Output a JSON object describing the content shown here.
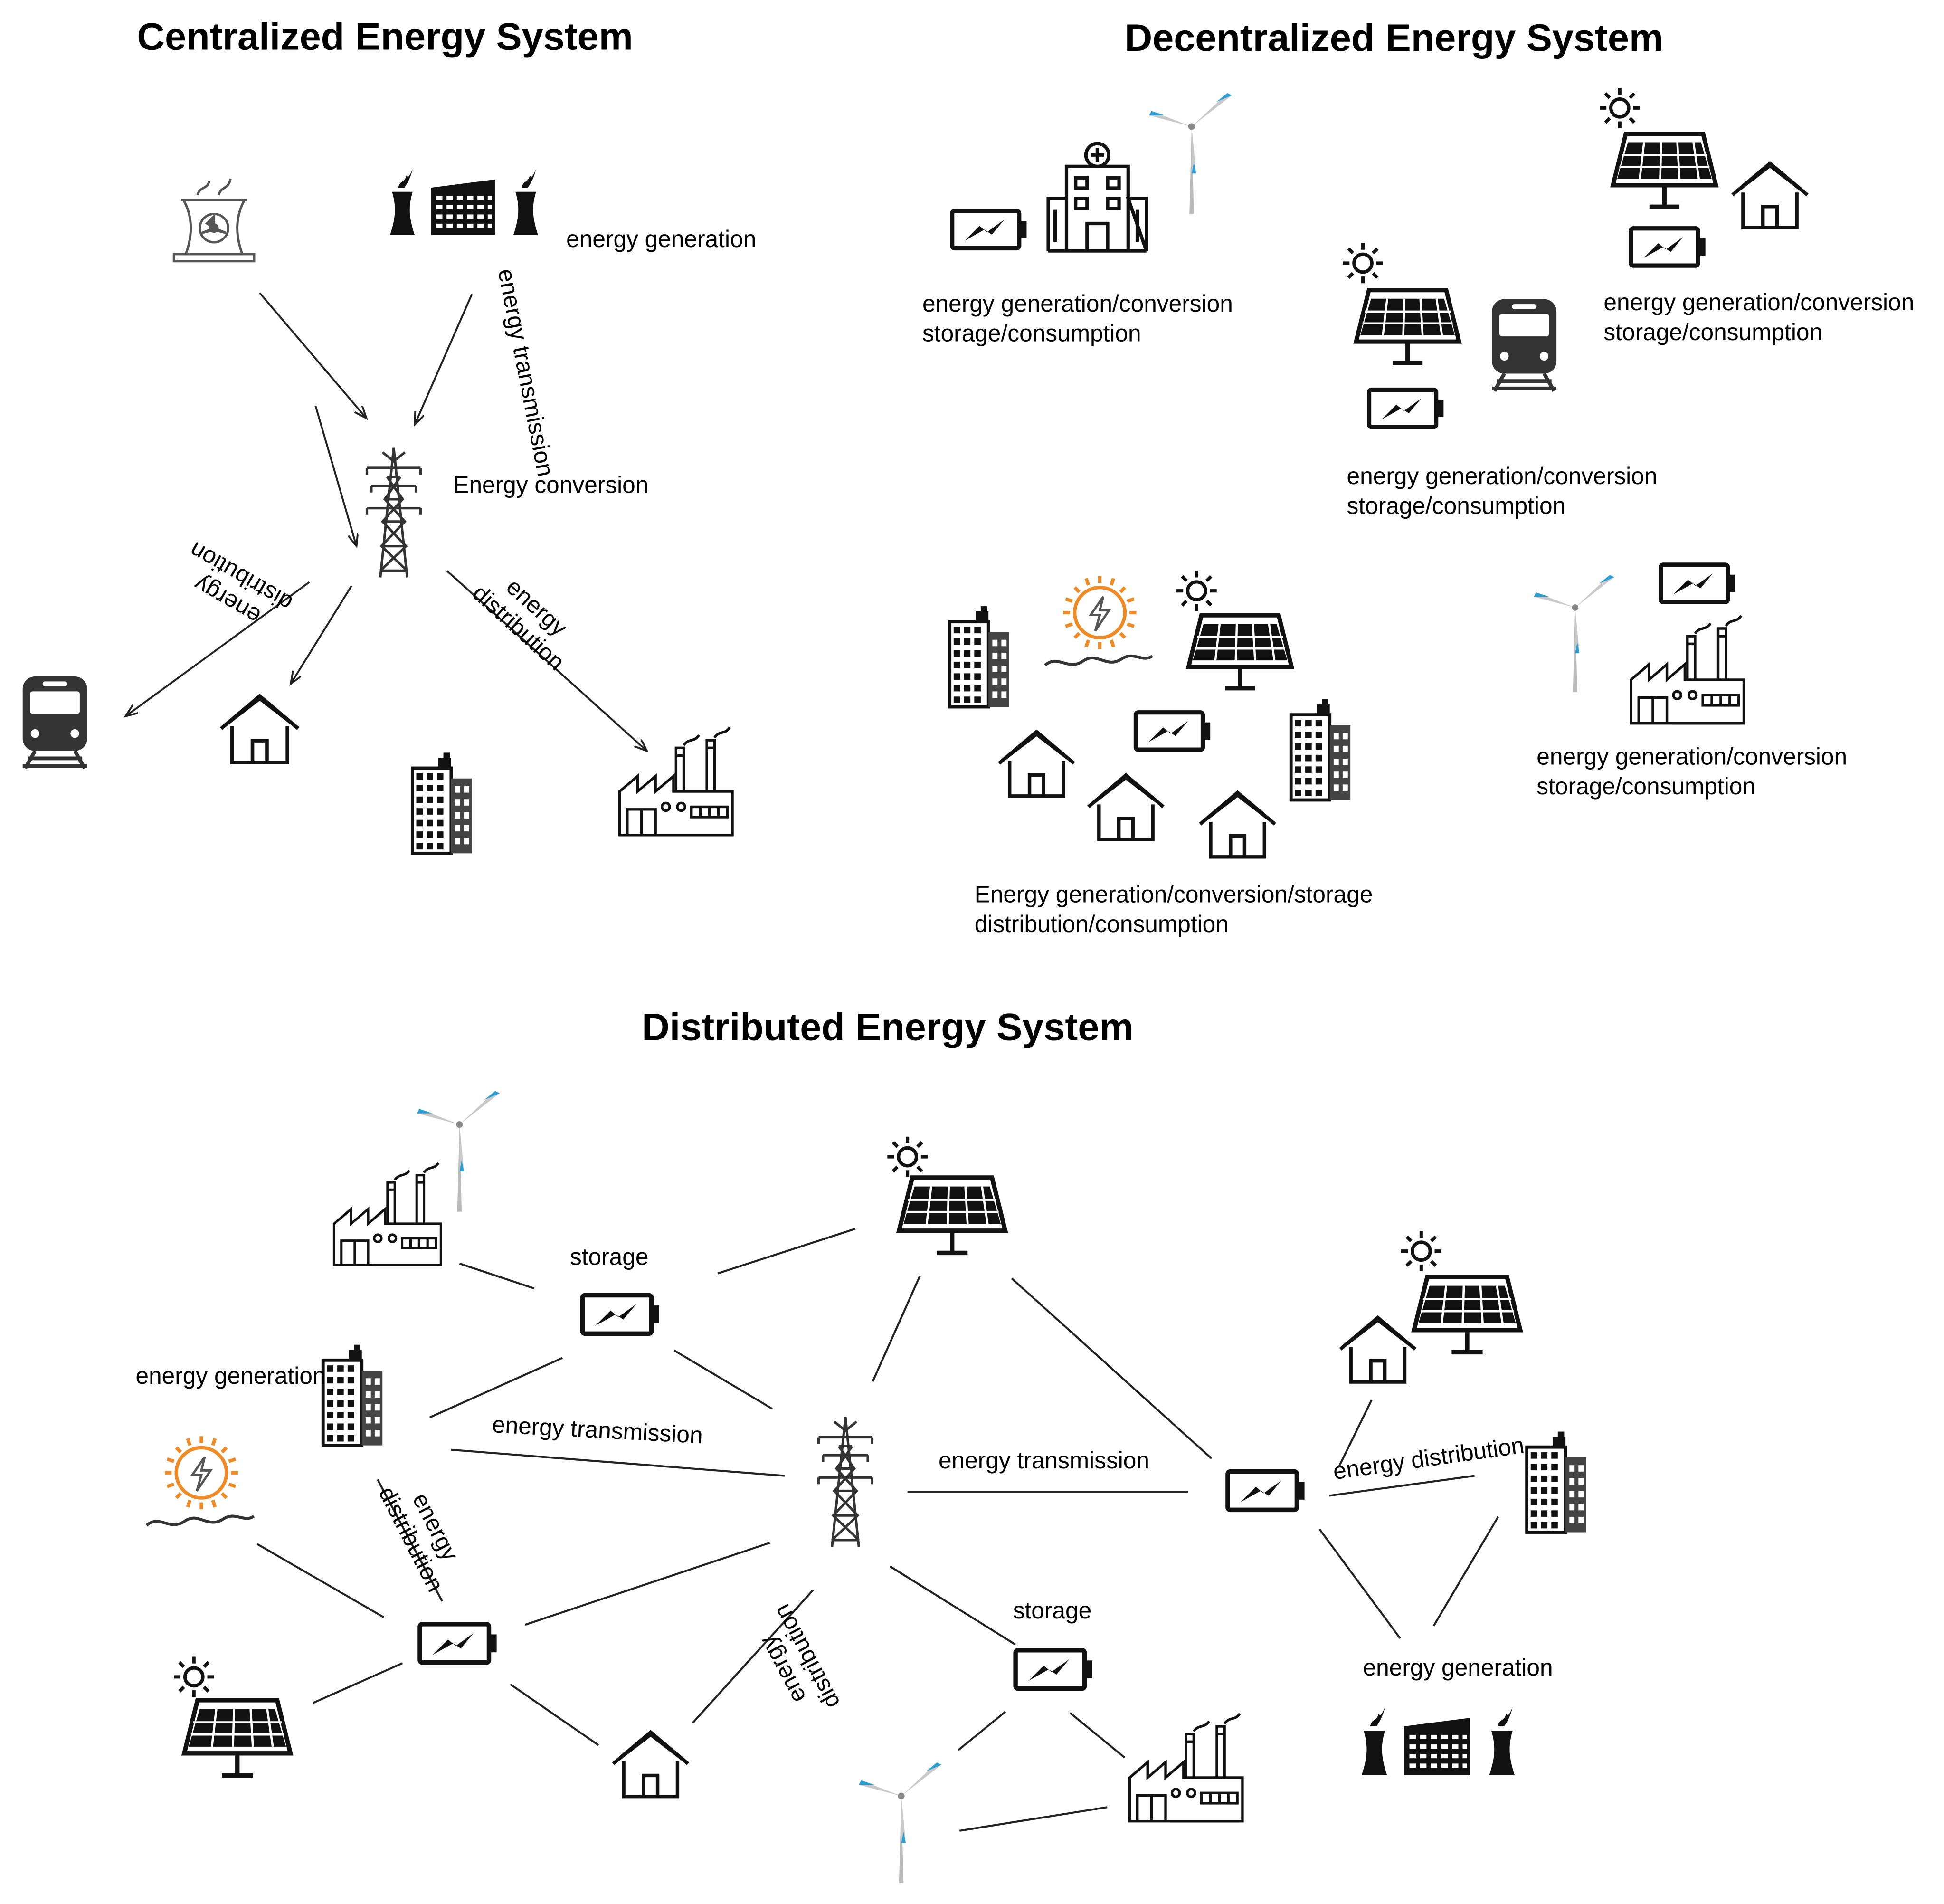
{
  "panels": {
    "centralized": {
      "title": "Centralized Energy System",
      "labels": {
        "generation": "energy generation",
        "transmission": "energy transmission",
        "conversion": "Energy conversion",
        "distribution_left": "energy distribution",
        "distribution_right": "energy distribution"
      }
    },
    "decentralized": {
      "title": "Decentralized Energy System",
      "labels": {
        "hospital_line1": "energy generation/conversion",
        "hospital_line2": "storage/consumption",
        "solarhouse_line1": "energy generation/conversion",
        "solarhouse_line2": "storage/consumption",
        "train_line1": "energy generation/conversion",
        "train_line2": "storage/consumption",
        "factory_line1": "energy generation/conversion",
        "factory_line2": "storage/consumption",
        "community_line1": "Energy generation/conversion/storage",
        "community_line2": "distribution/consumption"
      }
    },
    "distributed": {
      "title": "Distributed Energy System",
      "labels": {
        "storage_top": "storage",
        "generation_left": "energy generation",
        "transmission_left": "energy transmission",
        "distribution_left": "energy distribution",
        "transmission_right": "energy transmission",
        "distribution_right": "energy distribution",
        "distribution_bottom": "energy distribution",
        "storage_bottom": "storage",
        "generation_right": "energy generation"
      }
    }
  },
  "colors": {
    "ink": "#111111",
    "sun_orange": "#f08a24",
    "blade_blue": "#2a9fd6",
    "tower_grey": "#bbbbbb"
  },
  "icons": [
    "cooling-tower-icon",
    "factory-icon",
    "power-pylon-icon",
    "train-icon",
    "house-icon",
    "apartment-building-icon",
    "industrial-plant-icon",
    "battery-icon",
    "hospital-icon",
    "wind-turbine-icon",
    "solar-panel-icon",
    "sun-icon",
    "solar-sun-icon"
  ]
}
